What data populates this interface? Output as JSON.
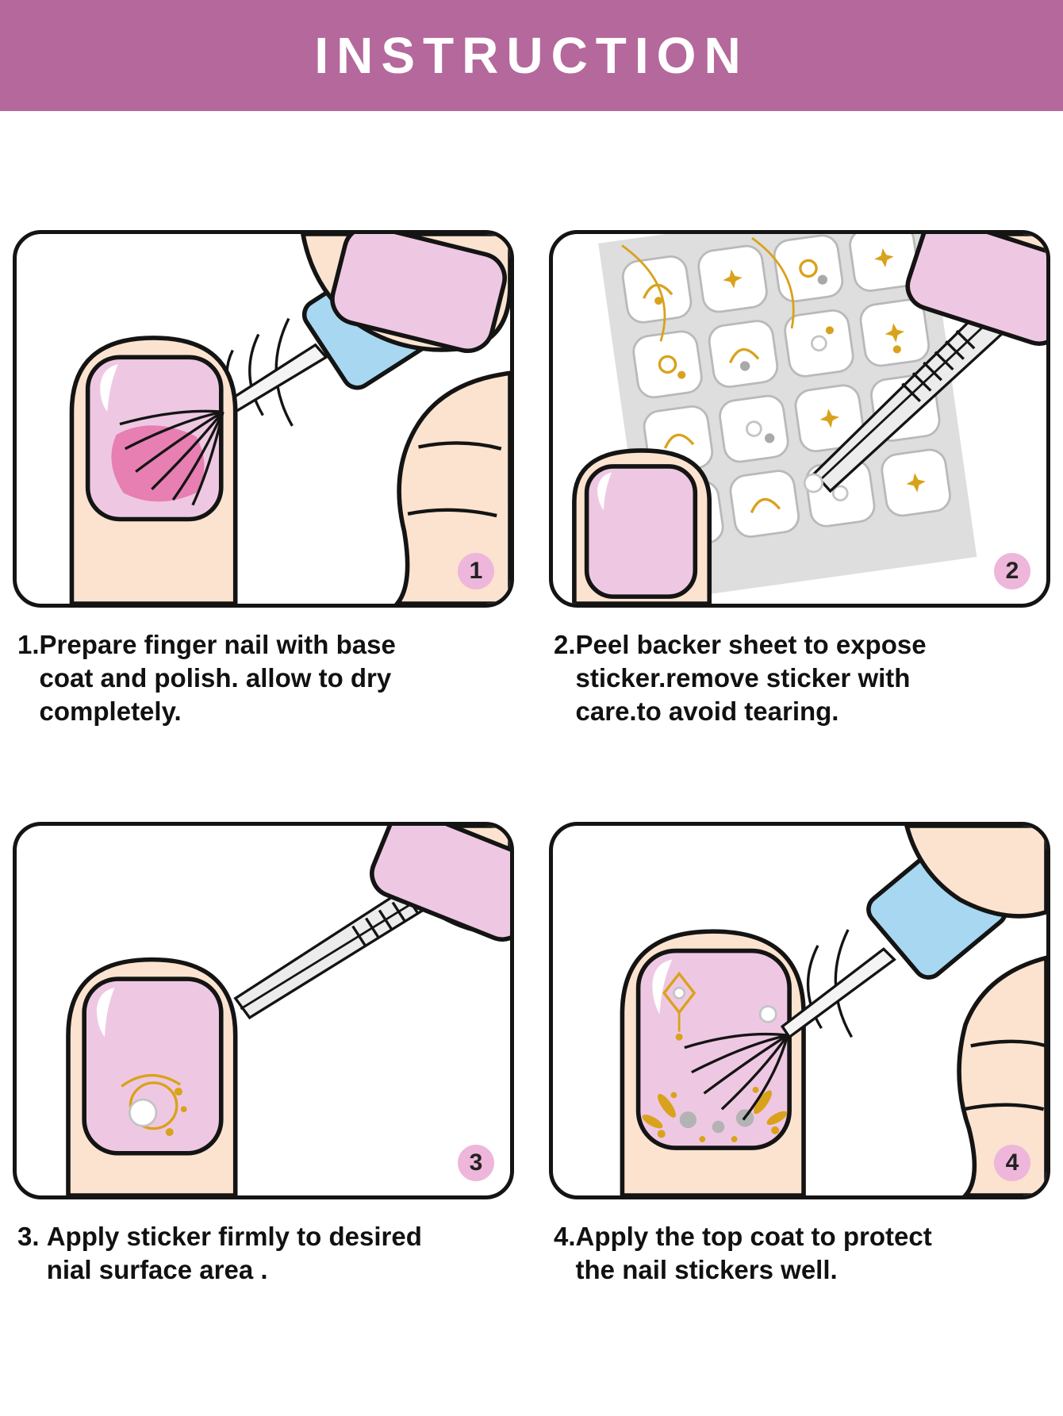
{
  "header": {
    "title": "INSTRUCTION"
  },
  "steps": [
    {
      "number": "1",
      "prefix": "1.",
      "caption": "Prepare finger nail with base\ncoat and polish. allow to dry\ncompletely."
    },
    {
      "number": "2",
      "prefix": "2.",
      "caption": "Peel backer sheet to expose\nsticker.remove sticker with\ncare.to avoid tearing."
    },
    {
      "number": "3",
      "prefix": "3. ",
      "caption": "Apply sticker firmly to desired\nnial surface area ."
    },
    {
      "number": "4",
      "prefix": "4.",
      "caption": "Apply the top coat to protect\nthe nail stickers well."
    }
  ],
  "colors": {
    "header-bg": "#b4689b",
    "header-text": "#ffffff",
    "badge-bg": "#edb6da",
    "outline": "#141414",
    "skin": "#fbe3cf",
    "nail-pink": "#eec8e2",
    "polish-pink": "#e77fb3",
    "cap-blue": "#a8d8f1",
    "gold": "#d9a21c"
  }
}
